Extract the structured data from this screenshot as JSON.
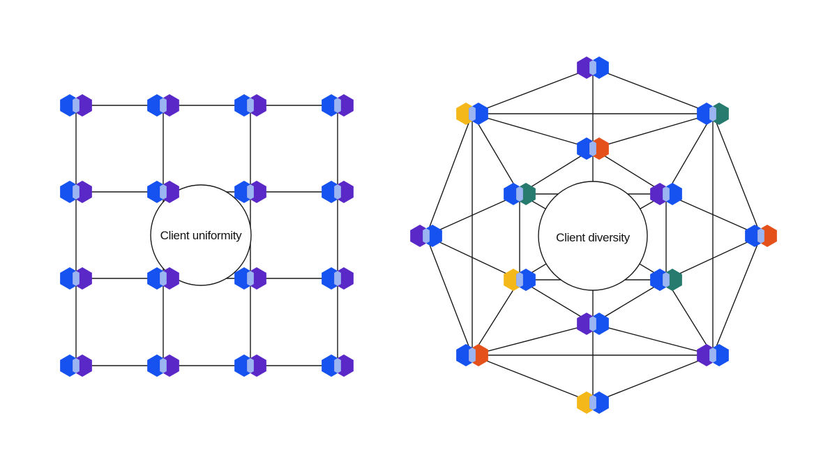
{
  "colors": {
    "blue": "#1652f0",
    "purple": "#5b28c8",
    "orange": "#e4511b",
    "teal": "#267a6e",
    "yellow": "#f5b81b",
    "overlap": "#9bb4f2",
    "line": "#1a1a1a"
  },
  "uniformity": {
    "label": "Client uniformity",
    "node_pair": [
      "blue",
      "purple"
    ]
  },
  "diversity": {
    "label": "Client diversity",
    "nodes": [
      {
        "id": "top",
        "left": "purple",
        "right": "blue"
      },
      {
        "id": "ul",
        "left": "yellow",
        "right": "blue"
      },
      {
        "id": "ur",
        "left": "blue",
        "right": "teal"
      },
      {
        "id": "inner-top",
        "left": "blue",
        "right": "orange"
      },
      {
        "id": "inner-ul",
        "left": "blue",
        "right": "teal"
      },
      {
        "id": "inner-ur",
        "left": "purple",
        "right": "blue"
      },
      {
        "id": "left",
        "left": "purple",
        "right": "blue"
      },
      {
        "id": "right",
        "left": "blue",
        "right": "orange"
      },
      {
        "id": "inner-ll",
        "left": "yellow",
        "right": "blue"
      },
      {
        "id": "inner-lr",
        "left": "blue",
        "right": "teal"
      },
      {
        "id": "inner-bottom",
        "left": "purple",
        "right": "blue"
      },
      {
        "id": "ll",
        "left": "blue",
        "right": "orange"
      },
      {
        "id": "lr",
        "left": "purple",
        "right": "blue"
      },
      {
        "id": "bottom",
        "left": "yellow",
        "right": "blue"
      }
    ]
  }
}
